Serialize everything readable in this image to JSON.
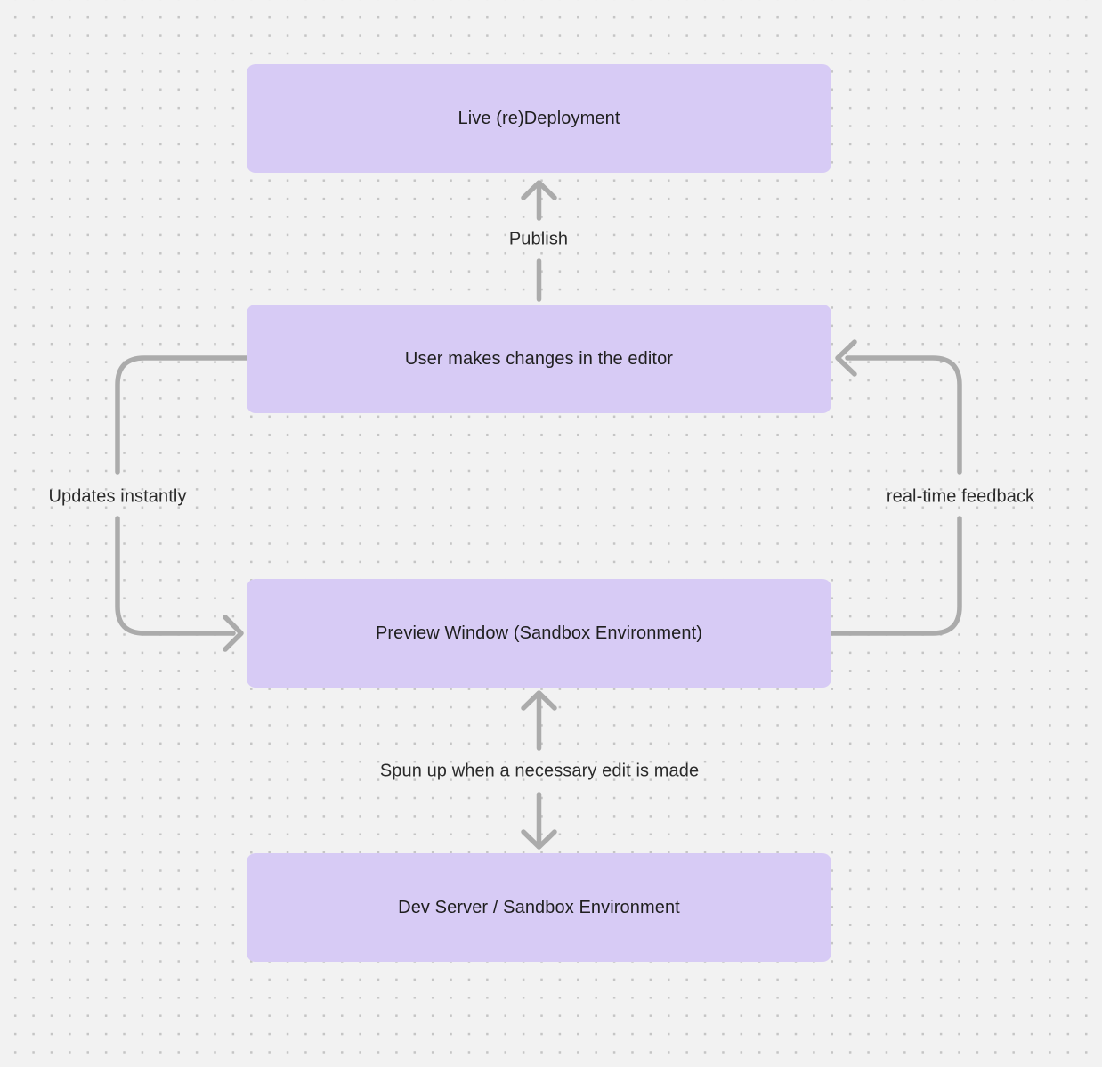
{
  "diagram": {
    "nodes": [
      {
        "id": "live-deployment",
        "label": "Live (re)Deployment"
      },
      {
        "id": "user-editor",
        "label": "User makes changes in the editor"
      },
      {
        "id": "preview-window",
        "label": "Preview Window (Sandbox Environment)"
      },
      {
        "id": "dev-server",
        "label": "Dev Server / Sandbox Environment"
      }
    ],
    "edges": [
      {
        "id": "publish",
        "label": "Publish",
        "from": "user-editor",
        "to": "live-deployment",
        "direction": "up"
      },
      {
        "id": "updates-instantly",
        "label": "Updates instantly",
        "from": "user-editor",
        "to": "preview-window",
        "direction": "left-loop-down"
      },
      {
        "id": "real-time-feedback",
        "label": "real-time feedback",
        "from": "preview-window",
        "to": "user-editor",
        "direction": "right-loop-up"
      },
      {
        "id": "spun-up",
        "label": "Spun up when a necessary edit is made",
        "from": "preview-window",
        "to": "dev-server",
        "direction": "bidirectional"
      }
    ],
    "colors": {
      "background": "#f2f2f2",
      "grid_dot": "#c5c5c5",
      "node_fill": "#d7cbf5",
      "node_text": "#1f1f1f",
      "connector": "#ababab",
      "label_text": "#2b2b2b"
    }
  }
}
